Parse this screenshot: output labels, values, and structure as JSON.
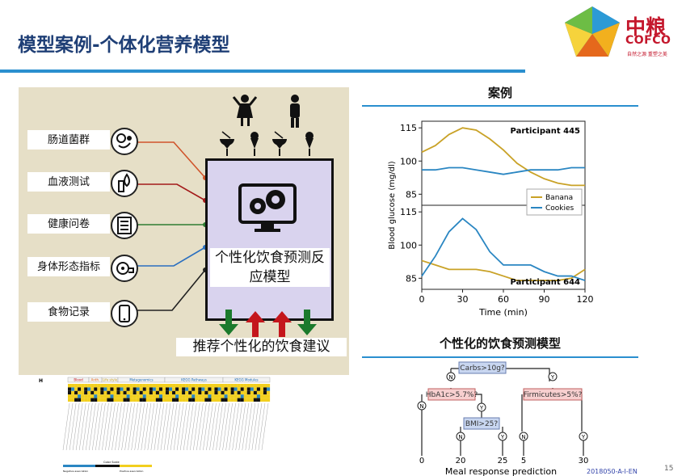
{
  "slide": {
    "title": "模型案例-个体化营养模型",
    "page_number": "15",
    "footer_code": "2018050-A-I-EN"
  },
  "logo": {
    "name_zh": "中粮",
    "name_en": "COFCO",
    "slogan": "自然之源 重塑之美"
  },
  "colors": {
    "title": "#1f3f76",
    "accent_rule": "#2a8fcf",
    "panel": "#e6dfc7",
    "model_box": "#d9d3ee",
    "banana": "#c9a227",
    "cookies": "#2a86c2",
    "up_arrow": "#c4161c",
    "down_arrow": "#1b7a2c"
  },
  "model_panel": {
    "inputs": [
      {
        "label": "肠道菌群",
        "icon": "microbiome-icon",
        "line_color": "#d0542b"
      },
      {
        "label": "血液测试",
        "icon": "blood-test-icon",
        "line_color": "#a31a1a"
      },
      {
        "label": "健康问卷",
        "icon": "questionnaire-icon",
        "line_color": "#2e7d32"
      },
      {
        "label": "身体形态指标",
        "icon": "measuring-tape-icon",
        "line_color": "#2a6fc0"
      },
      {
        "label": "食物记录",
        "icon": "smartphone-icon",
        "line_color": "#222222"
      }
    ],
    "model_label": "个性化饮食预测反应模型",
    "recommendation_label": "推荐个性化的饮食建议",
    "outputs": [
      "down",
      "up",
      "up",
      "down"
    ]
  },
  "case_section": {
    "title": "案例"
  },
  "chart_data": {
    "type": "line",
    "ylabel": "Blood glucose (mg/dl)",
    "xlabel": "Time (min)",
    "x_ticks": [
      0,
      30,
      60,
      90,
      120
    ],
    "xlim": [
      0,
      120
    ],
    "ylim": [
      80,
      118
    ],
    "legend": [
      "Banana",
      "Cookies"
    ],
    "panels": [
      {
        "title": "Participant 445",
        "y_ticks": [
          85,
          100,
          115
        ],
        "series": [
          {
            "name": "Banana",
            "x": [
              0,
              10,
              20,
              30,
              40,
              50,
              60,
              70,
              80,
              90,
              100,
              110,
              120
            ],
            "values": [
              104,
              107,
              112,
              115,
              114,
              110,
              105,
              99,
              95,
              92,
              90,
              89,
              89
            ]
          },
          {
            "name": "Cookies",
            "x": [
              0,
              10,
              20,
              30,
              40,
              50,
              60,
              70,
              80,
              90,
              100,
              110,
              120
            ],
            "values": [
              96,
              96,
              97,
              97,
              96,
              95,
              94,
              95,
              96,
              96,
              96,
              97,
              97
            ]
          }
        ]
      },
      {
        "title": "Participant 644",
        "y_ticks": [
          85,
          100,
          115
        ],
        "series": [
          {
            "name": "Banana",
            "x": [
              0,
              10,
              20,
              30,
              40,
              50,
              60,
              70,
              80,
              90,
              100,
              110,
              120
            ],
            "values": [
              93,
              91,
              89,
              89,
              89,
              88,
              86,
              84,
              84,
              84,
              84,
              85,
              89
            ]
          },
          {
            "name": "Cookies",
            "x": [
              0,
              10,
              20,
              30,
              40,
              50,
              60,
              70,
              80,
              90,
              100,
              110,
              120
            ],
            "values": [
              86,
              95,
              106,
              112,
              107,
              97,
              91,
              91,
              91,
              88,
              86,
              86,
              84
            ]
          }
        ]
      }
    ]
  },
  "tree_section": {
    "title": "个性化的饮食预测模型",
    "nodes": {
      "root": "Carbs>10g?",
      "left": "HbA1c>5.7%?",
      "right": "Firmicutes>5%?",
      "left_right": "BMI>25?"
    },
    "edge_labels": {
      "no": "N",
      "yes": "Y"
    },
    "leaves": [
      "0",
      "20",
      "25",
      "5",
      "30"
    ],
    "xlabel": "Meal response prediction"
  },
  "heatmap": {
    "panel_letter": "H",
    "groups": [
      "Blood",
      "Anth.",
      "Life style",
      "Metagenomics",
      "KEGG Pathways",
      "KEGG Modules"
    ],
    "legend_title": "Color Scale",
    "legend_neg": "Negative association",
    "legend_pos": "Positive association"
  }
}
